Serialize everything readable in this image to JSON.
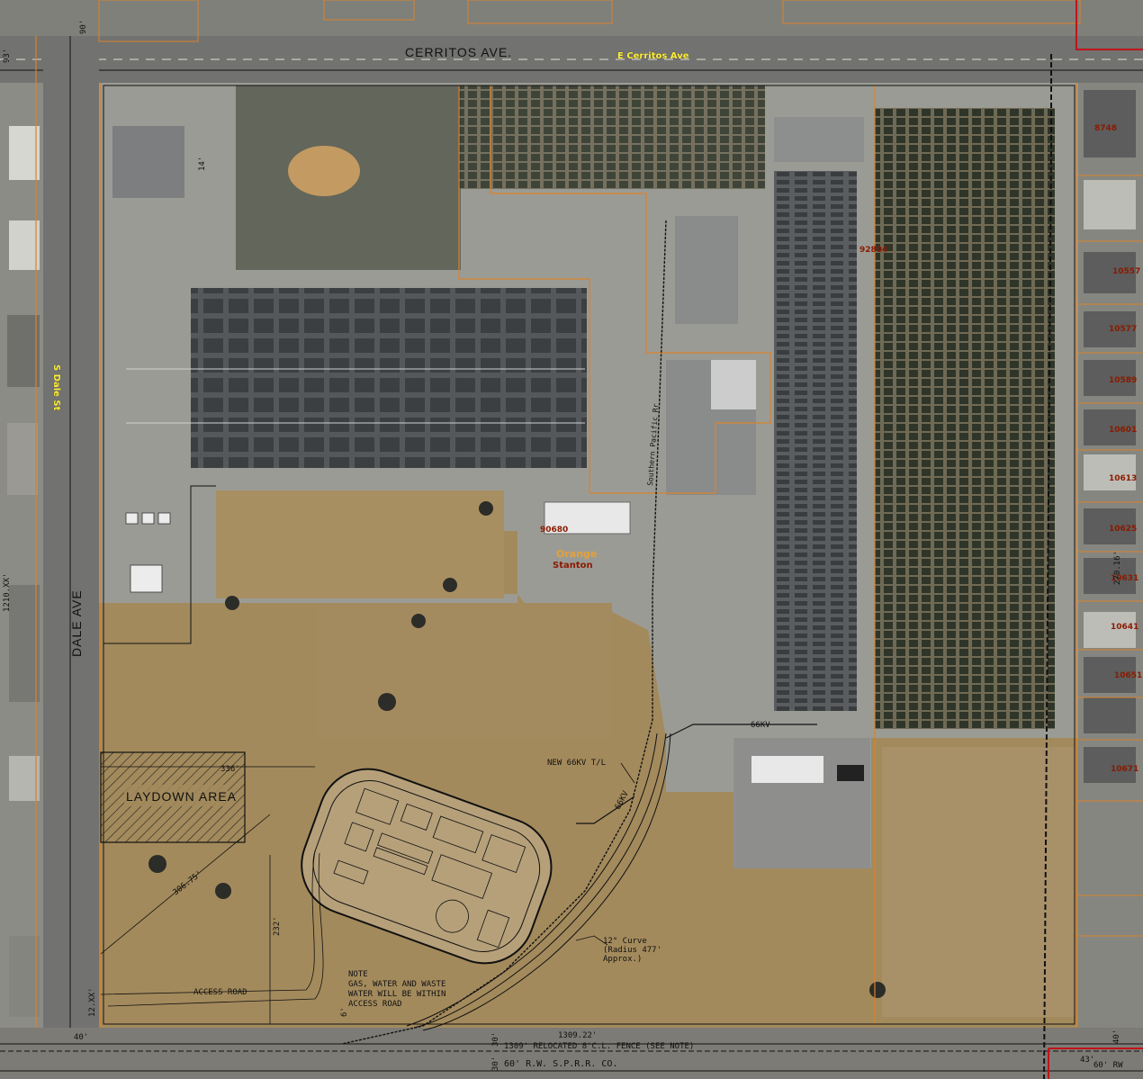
{
  "streets": {
    "cerritos_dwg": "CERRITOS  AVE.",
    "cerritos_gis": "E Cerritos Ave",
    "dale_dwg": "DALE AVE",
    "dale_gis": "S Dale St",
    "rail": "60' R.W. S.P.R.R. CO.",
    "rail_spur": "Southern Pacific Rr"
  },
  "areas": {
    "laydown": "LAYDOWN AREA",
    "city_orange": "Orange",
    "city_stanton": "Stanton"
  },
  "parcels": [
    "8748",
    "10557",
    "10577",
    "10589",
    "10601",
    "10613",
    "10625",
    "10631",
    "10641",
    "10651",
    "10671",
    "92804",
    "90680"
  ],
  "dimensions": {
    "d14": "14'",
    "d336": "336'",
    "d306": "306.75'",
    "d232": "232'",
    "d6": "6'",
    "d12": "12.XX'",
    "d40": "40'",
    "d1309a": "1309.22'",
    "d1309b": "1309' RELOCATED 8'C.L. FENCE (SEE NOTE)",
    "d30a": "30'",
    "d30b": "30'",
    "d270": "270.16'",
    "d43": "43'",
    "d60": "60' RW",
    "d40b": "40'",
    "d93": "93'",
    "d1210": "1210.XX'",
    "d90": "90'"
  },
  "labels": {
    "new_tl": "NEW 66KV T/L",
    "kv66a": "66KV",
    "kv66b": "66KV",
    "access_road": "ACCESS ROAD",
    "curve1": "12° Curve",
    "curve2": "(Radius 477'",
    "curve3": "Approx.)",
    "note1": "NOTE",
    "note2": "GAS, WATER AND WASTE",
    "note3": "WATER WILL BE WITHIN",
    "note4": "ACCESS ROAD"
  },
  "colors": {
    "parcel_line": "#d9822b",
    "boundary_red": "#c0141a",
    "pavement": "#9b9b95",
    "field": "#a38a5c"
  }
}
